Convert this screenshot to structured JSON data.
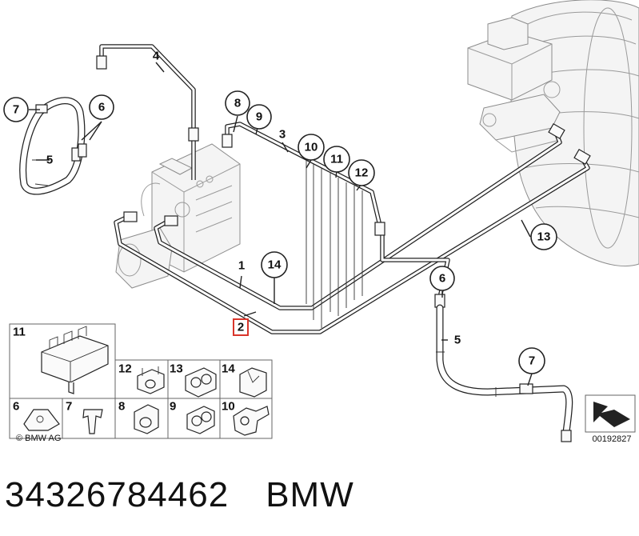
{
  "callouts": {
    "c1": "1",
    "c2": "2",
    "c3": "3",
    "c4": "4",
    "c5a": "5",
    "c5b": "5",
    "c6a": "6",
    "c6b": "6",
    "c7a": "7",
    "c7b": "7",
    "c8": "8",
    "c9": "9",
    "c10": "10",
    "c11": "11",
    "c12": "12",
    "c13": "13",
    "c14": "14"
  },
  "highlight_color": "#d9352b",
  "inset_grid": {
    "cells": [
      "11",
      "12",
      "13",
      "14",
      "6",
      "7",
      "8",
      "9",
      "10"
    ]
  },
  "copyright": "© BMW AG",
  "diagram_id": "00192827",
  "footer": {
    "part_number": "34326784462",
    "brand": "BMW"
  }
}
